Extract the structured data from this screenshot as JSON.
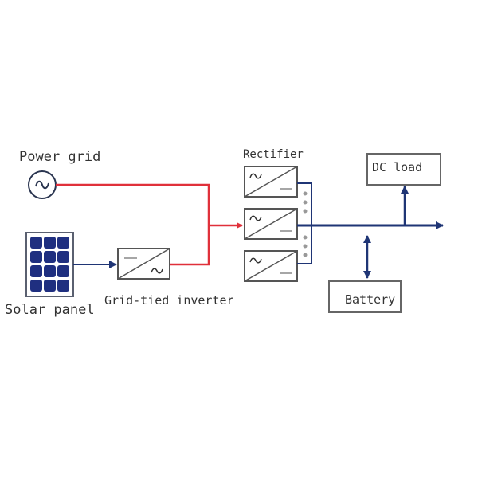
{
  "labels": {
    "power_grid": "Power grid",
    "solar_panel": "Solar panel",
    "inverter": "Grid-tied inverter",
    "rectifier": "Rectifier",
    "dc_load": "DC load",
    "battery": "Battery"
  },
  "colors": {
    "ac_line": "#e0303a",
    "dc_line": "#1f3575",
    "box_stroke": "#555555",
    "panel_cell": "#1f2f80"
  },
  "rectifier_count": 3
}
